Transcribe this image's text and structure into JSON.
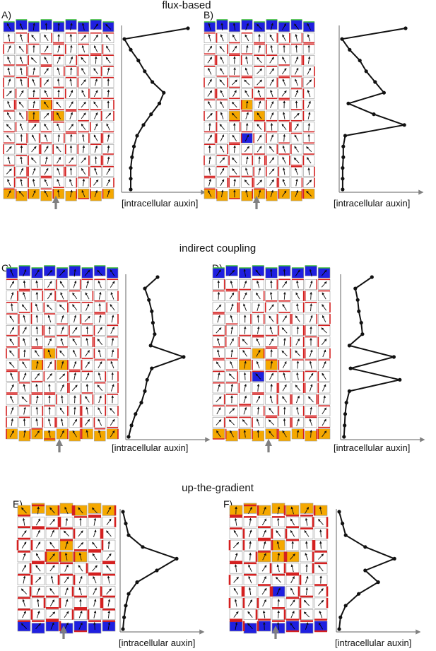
{
  "figure": {
    "sections": [
      {
        "title": "flux-based"
      },
      {
        "title": "indirect coupling"
      },
      {
        "title": "up-the-gradient"
      }
    ],
    "axis_label": "[intracellular auxin]"
  },
  "panels": [
    {
      "letter": "A)",
      "mode": "flux",
      "profile": [
        1.0,
        0.0,
        0.1,
        0.22,
        0.32,
        0.44,
        0.62,
        0.55,
        0.42,
        0.3,
        0.2,
        0.15,
        0.12,
        0.1,
        0.1,
        0.1
      ],
      "highlights": [
        {
          "r": 7,
          "c": 3,
          "color": "orange"
        },
        {
          "r": 8,
          "c": 2,
          "color": "orange"
        },
        {
          "r": 8,
          "c": 4,
          "color": "orange"
        }
      ]
    },
    {
      "letter": "B)",
      "mode": "flux",
      "profile": [
        1.0,
        0.0,
        0.12,
        0.28,
        0.38,
        0.52,
        0.66,
        0.1,
        0.5,
        0.98,
        0.05,
        0.02,
        0.02,
        0.01,
        0.01,
        0.01
      ],
      "highlights": [
        {
          "r": 7,
          "c": 3,
          "color": "orange"
        },
        {
          "r": 8,
          "c": 2,
          "color": "orange"
        },
        {
          "r": 8,
          "c": 4,
          "color": "orange"
        },
        {
          "r": 10,
          "c": 3,
          "color": "blue"
        }
      ]
    },
    {
      "letter": "C)",
      "mode": "flux",
      "profile": [
        0.5,
        0.28,
        0.35,
        0.4,
        0.42,
        0.45,
        0.38,
        0.95,
        0.4,
        0.32,
        0.28,
        0.22,
        0.12,
        0.05,
        0.0
      ],
      "highlights": [
        {
          "r": 7,
          "c": 3,
          "color": "orange"
        },
        {
          "r": 8,
          "c": 2,
          "color": "orange"
        },
        {
          "r": 8,
          "c": 4,
          "color": "orange"
        }
      ]
    },
    {
      "letter": "D)",
      "mode": "flux",
      "profile": [
        0.48,
        0.2,
        0.24,
        0.26,
        0.3,
        0.32,
        0.1,
        0.85,
        0.12,
        0.95,
        0.1,
        0.05,
        0.03,
        0.02,
        0.01
      ],
      "highlights": [
        {
          "r": 7,
          "c": 3,
          "color": "orange"
        },
        {
          "r": 8,
          "c": 2,
          "color": "orange"
        },
        {
          "r": 8,
          "c": 4,
          "color": "orange"
        },
        {
          "r": 9,
          "c": 3,
          "color": "blue"
        }
      ]
    },
    {
      "letter": "E)",
      "mode": "gradient",
      "profile": [
        0.0,
        0.05,
        0.1,
        0.35,
        0.95,
        0.6,
        0.25,
        0.1,
        0.05,
        0.02,
        0.0
      ],
      "highlights": [
        {
          "r": 3,
          "c": 3,
          "color": "orange"
        },
        {
          "r": 4,
          "c": 2,
          "color": "orange"
        },
        {
          "r": 4,
          "c": 4,
          "color": "orange"
        },
        {
          "r": 4,
          "c": 3,
          "color": "orange"
        }
      ]
    },
    {
      "letter": "F)",
      "mode": "gradient",
      "profile": [
        0.0,
        0.05,
        0.1,
        0.4,
        0.85,
        0.4,
        0.6,
        0.3,
        0.1,
        0.02,
        0.0
      ],
      "highlights": [
        {
          "r": 3,
          "c": 3,
          "color": "orange"
        },
        {
          "r": 4,
          "c": 2,
          "color": "orange"
        },
        {
          "r": 4,
          "c": 4,
          "color": "orange"
        },
        {
          "r": 4,
          "c": 3,
          "color": "orange"
        },
        {
          "r": 7,
          "c": 3,
          "color": "blue"
        }
      ]
    }
  ],
  "colors": {
    "blue": "#1f1fe0",
    "orange": "#f5a800",
    "wall_red": "#d42020",
    "green": "#3cbd3c",
    "gray_arrow": "#808080",
    "line": "#111111"
  }
}
